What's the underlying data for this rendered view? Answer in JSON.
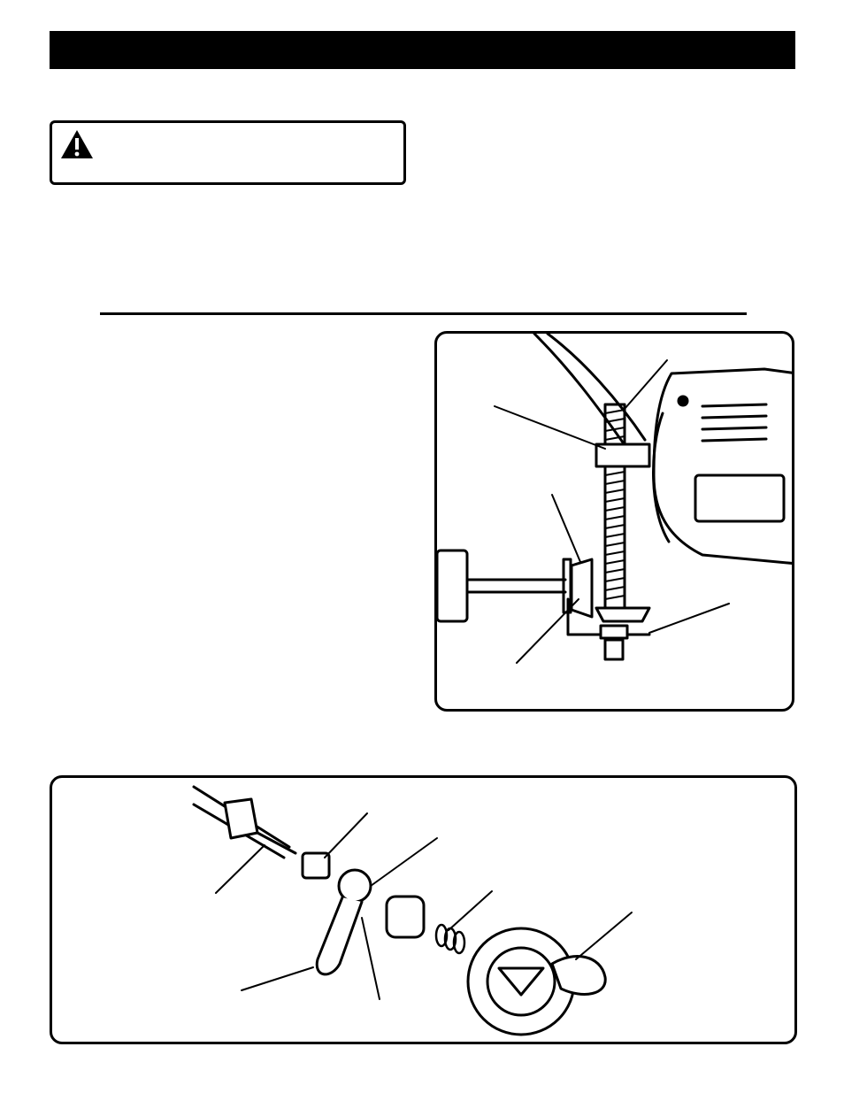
{
  "header": {
    "title": ""
  },
  "warning": {
    "icon": "warning-triangle-icon",
    "text": ""
  },
  "figures": [
    {
      "id": "elevation-mechanism",
      "callouts": 4
    },
    {
      "id": "elevation-crank-exploded",
      "callouts": 6
    }
  ],
  "colors": {
    "ink": "#000000",
    "paper": "#ffffff"
  }
}
